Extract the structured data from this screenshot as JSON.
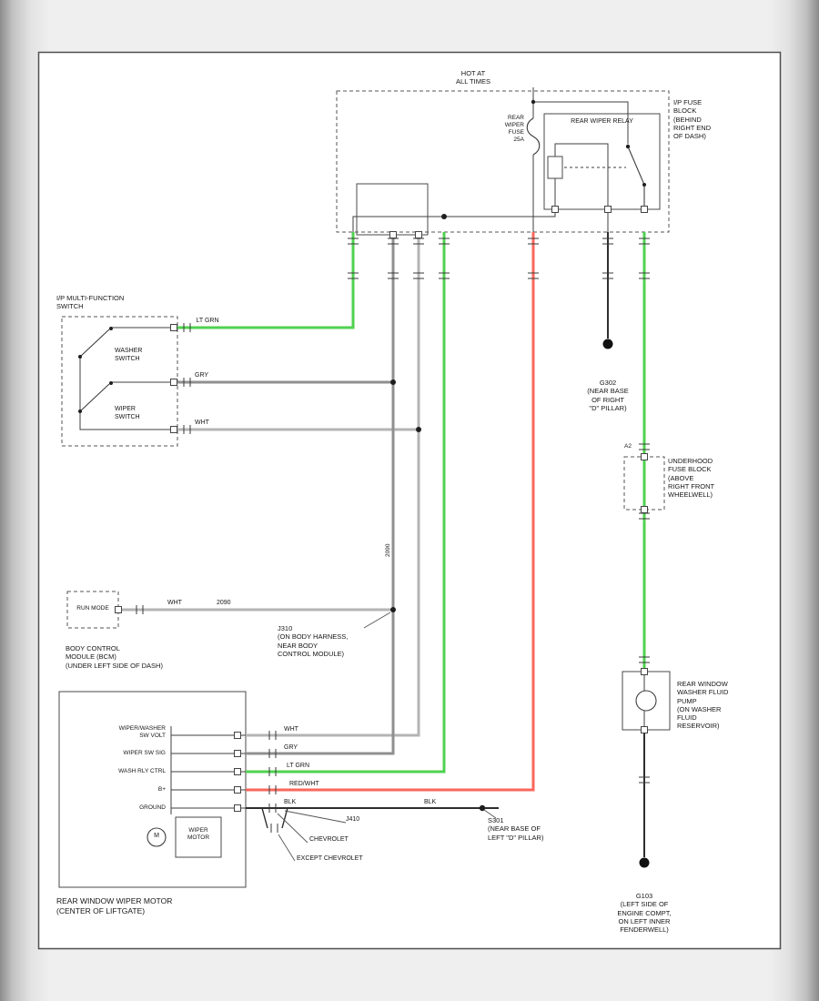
{
  "diagram": {
    "power": "HOT AT\nALL TIMES",
    "fuse_label": "REAR\nWIPER\nFUSE\n25A",
    "relay_label": "REAR WIPER RELAY",
    "ip_fuse_block": "I/P FUSE\nBLOCK\n(BEHIND\nRIGHT END\nOF DASH)",
    "mfs_title": "I/P MULTI-FUNCTION\nSWITCH",
    "washer_switch": "WASHER\nSWITCH",
    "wiper_switch": "WIPER\nSWITCH",
    "run_mode": "RUN MODE",
    "bcm": "BODY CONTROL\nMODULE (BCM)\n(UNDER LEFT SIDE OF DASH)",
    "j310": "J310\n(ON BODY HARNESS,\nNEAR BODY\nCONTROL MODULE)",
    "circuit_2090": "2090",
    "pin_a2": "A2",
    "motor": {
      "pin1": "WIPER/WASHER\nSW VOLT",
      "pin2": "WIPER SW SIG",
      "pin3": "WASH RLY CTRL",
      "pin4": "B+",
      "pin5": "GROUND",
      "motor_box": "WIPER\nMOTOR",
      "motor_symbol": "M",
      "caption": "REAR WINDOW WIPER MOTOR\n(CENTER OF LIFTGATE)"
    },
    "wires": {
      "lt_grn": "LT GRN",
      "gry": "GRY",
      "wht": "WHT",
      "red_wht": "RED/WHT",
      "blk": "BLK"
    },
    "s301": "S301\n(NEAR BASE OF\nLEFT \"D\" PILLAR)",
    "j410": "J410",
    "chevrolet": "CHEVROLET",
    "except_chevrolet": "EXCEPT CHEVROLET",
    "g302": "G302\n(NEAR BASE\nOF RIGHT\n\"D\" PILLAR)",
    "underhood": "UNDERHOOD\nFUSE BLOCK\n(ABOVE\nRIGHT FRONT\nWHEELWELL)",
    "pump": "REAR WINDOW\nWASHER FLUID\nPUMP\n(ON WASHER\nFLUID\nRESERVOIR)",
    "g103": "G103\n(LEFT SIDE OF\nENGINE COMPT,\nON LEFT INNER\nFENDERWELL)",
    "colors": {
      "green": "#4fd24f",
      "red": "#fa675d",
      "gray": "#8f8f8f",
      "white_wire": "#b4b4b4",
      "black": "#2e2e2e"
    }
  }
}
